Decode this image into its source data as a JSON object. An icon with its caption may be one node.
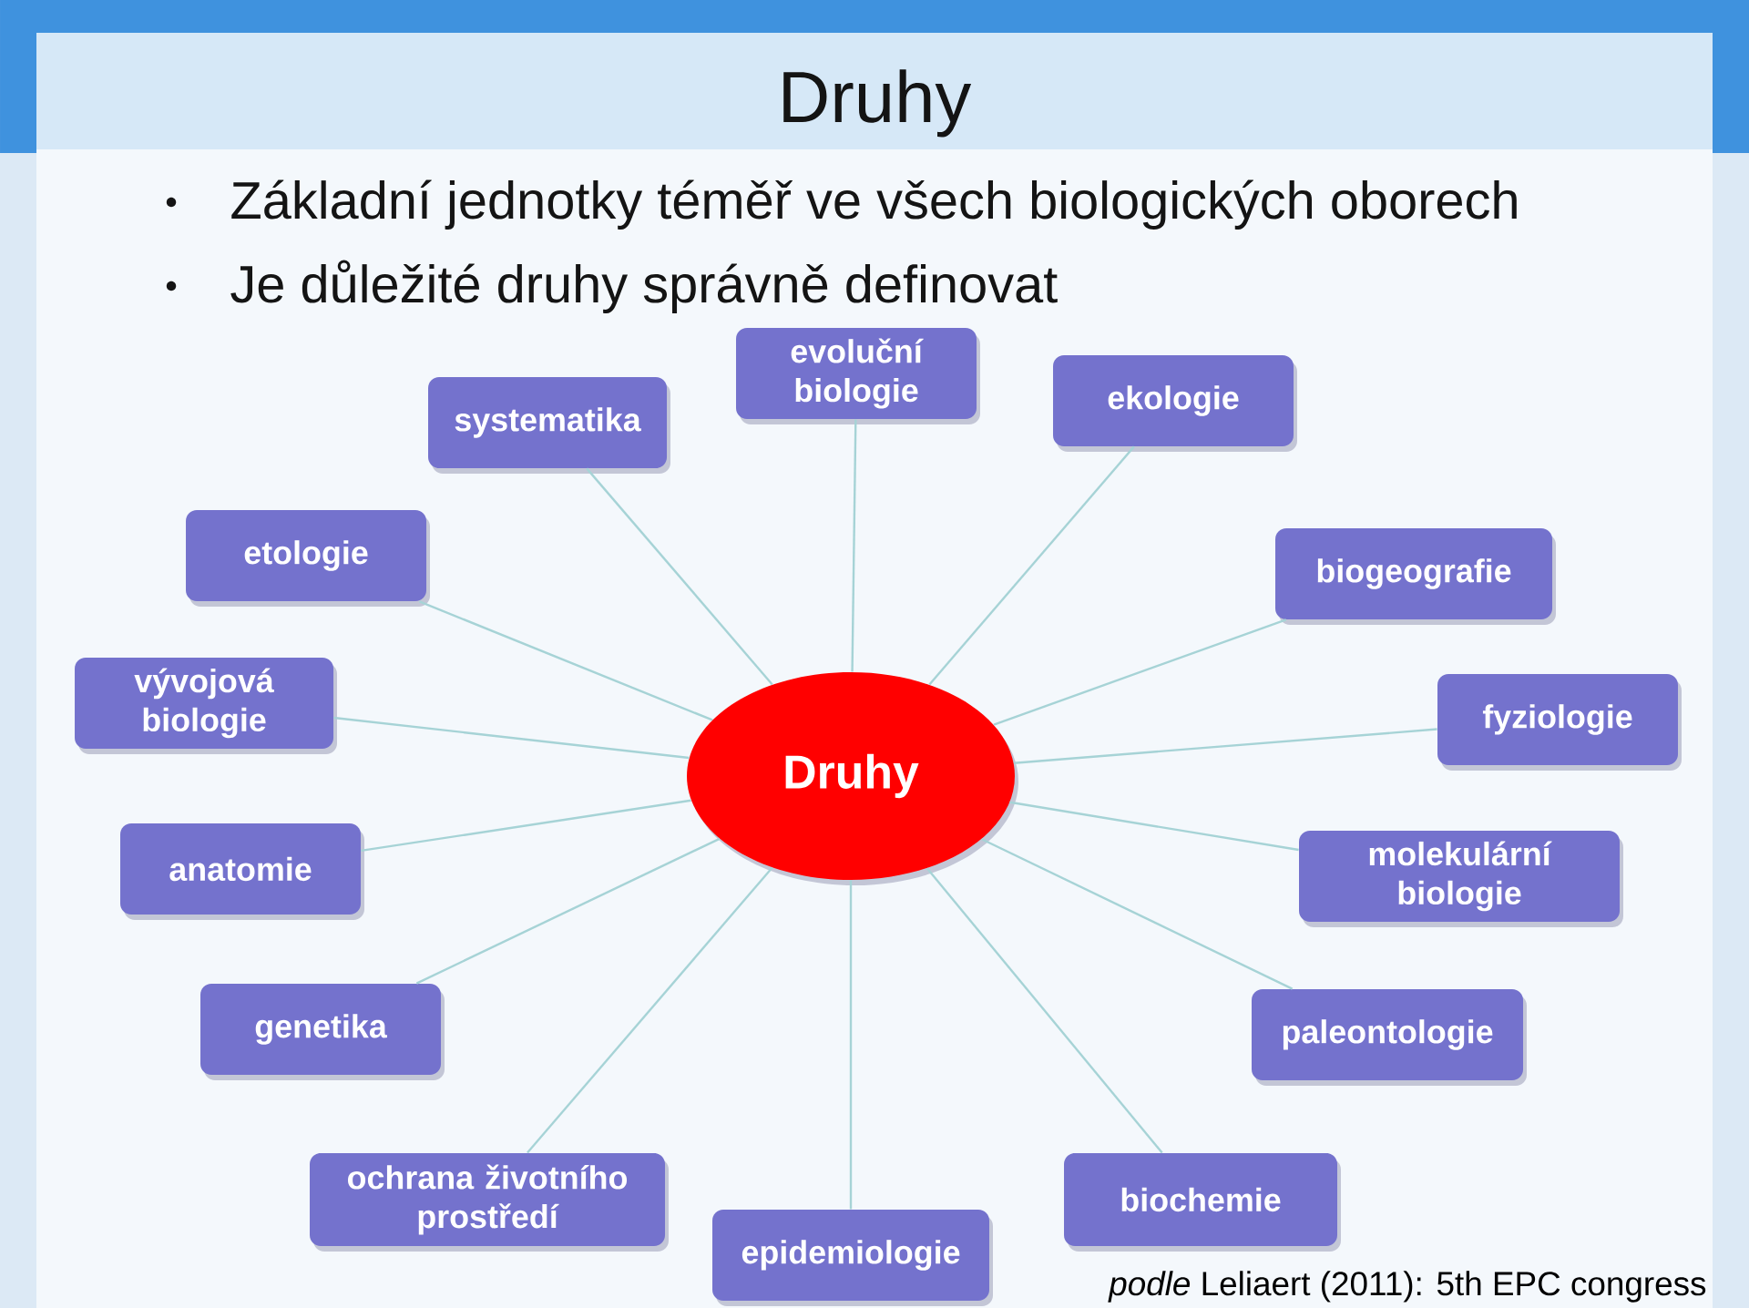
{
  "diagram": {
    "title": "Druhy",
    "nodes": [
      {
        "text": [
          "Druhy"
        ]
      },
      {
        "text": [
          "systematika"
        ]
      },
      {
        "text": [
          "evoluční biologie"
        ]
      },
      {
        "text": [
          "ekologie"
        ]
      },
      {
        "text": [
          "etologie"
        ]
      },
      {
        "text": [
          "biogeografie"
        ]
      },
      {
        "text": [
          "vývojová biologie"
        ]
      },
      {
        "text": [
          "fyziologie"
        ]
      },
      {
        "text": [
          "anatomie"
        ]
      },
      {
        "text": [
          "molekulární biologie"
        ]
      },
      {
        "text": [
          "genetika"
        ]
      },
      {
        "text": [
          "paleontologie"
        ]
      },
      {
        "text": [
          "ochrana životního prostředí"
        ]
      },
      {
        "text": [
          "epidemiologie"
        ]
      },
      {
        "text": [
          "biochemie"
        ]
      }
    ],
    "edges": [
      {
        "from": 0,
        "to": 1,
        "arrow": "none"
      },
      {
        "from": 0,
        "to": 2,
        "arrow": "none"
      },
      {
        "from": 0,
        "to": 3,
        "arrow": "none"
      },
      {
        "from": 0,
        "to": 4,
        "arrow": "none"
      },
      {
        "from": 0,
        "to": 5,
        "arrow": "none"
      },
      {
        "from": 0,
        "to": 6,
        "arrow": "none"
      },
      {
        "from": 0,
        "to": 7,
        "arrow": "none"
      },
      {
        "from": 0,
        "to": 8,
        "arrow": "none"
      },
      {
        "from": 0,
        "to": 9,
        "arrow": "none"
      },
      {
        "from": 0,
        "to": 10,
        "arrow": "none"
      },
      {
        "from": 0,
        "to": 11,
        "arrow": "none"
      },
      {
        "from": 0,
        "to": 12,
        "arrow": "none"
      },
      {
        "from": 0,
        "to": 13,
        "arrow": "none"
      },
      {
        "from": 0,
        "to": 14,
        "arrow": "none"
      }
    ],
    "labels": [
      "Základní jednotky téměř ve všech biologických oborech",
      "Je důležité druhy správně definovat",
      "*podle* Leliaert (2011): 5th EPC congress"
    ]
  }
}
